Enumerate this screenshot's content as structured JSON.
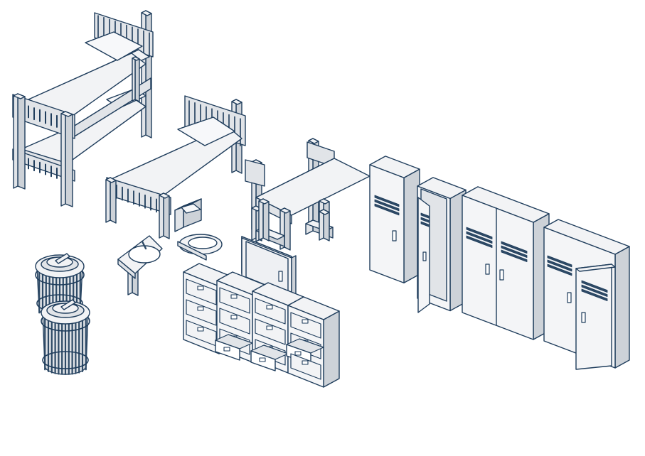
{
  "palette": {
    "background": "#ffffff",
    "top": "#f2f3f5",
    "left": "#e1e4e8",
    "right": "#cdd2d8",
    "stroke": "#1f3d5c",
    "dark": "#2e4a66"
  },
  "objects": [
    "bunk-bed",
    "single-bed",
    "dining-table-with-chairs",
    "sink",
    "toilet",
    "trash-can-top",
    "trash-can-bottom",
    "cabinet-door",
    "filing-cabinet-1",
    "filing-cabinet-2",
    "filing-cabinet-3",
    "filing-cabinet-4",
    "locker-single-closed",
    "locker-single-open",
    "locker-double-closed",
    "locker-double-open"
  ]
}
